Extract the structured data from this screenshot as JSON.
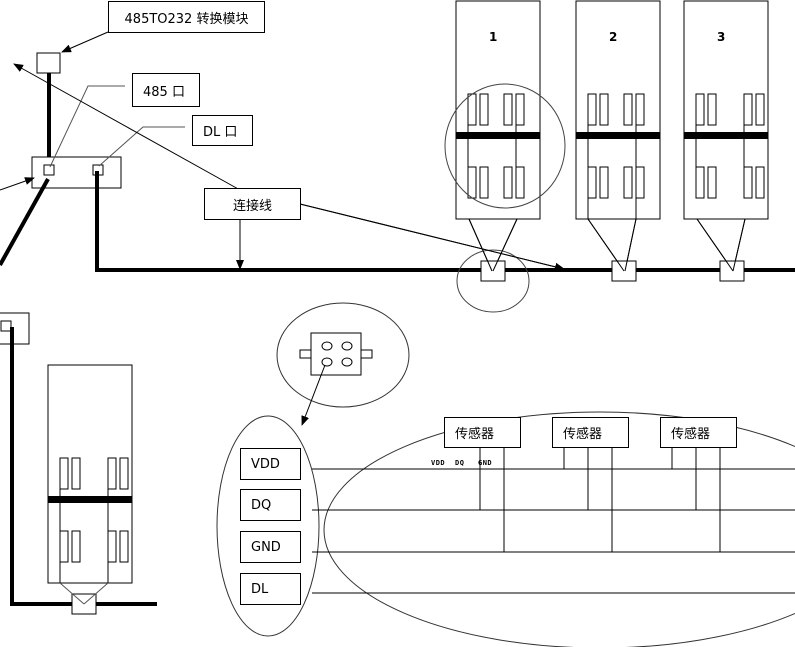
{
  "diagram": {
    "labels": {
      "converter_module": "485TO232 转换模块",
      "port_485": "485 口",
      "port_dl": "DL 口",
      "connection_line": "连接线"
    },
    "boards": [
      {
        "number": "1"
      },
      {
        "number": "2"
      },
      {
        "number": "3"
      }
    ],
    "connector_pins": [
      {
        "label": "VDD"
      },
      {
        "label": "DQ"
      },
      {
        "label": "GND"
      },
      {
        "label": "DL"
      }
    ],
    "sensors": [
      {
        "label": "传感器"
      },
      {
        "label": "传感器"
      },
      {
        "label": "传感器"
      }
    ],
    "bus_annotation": {
      "vdd": "VDD",
      "dq": "DQ",
      "gnd": "GND"
    }
  }
}
